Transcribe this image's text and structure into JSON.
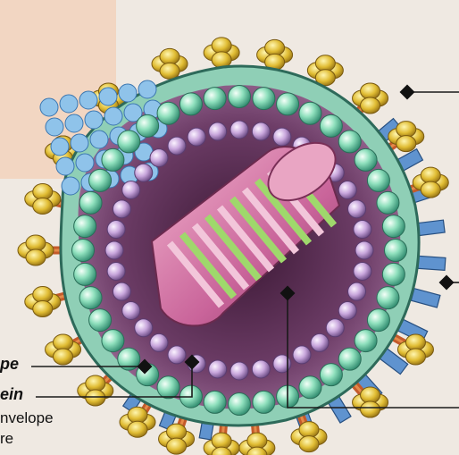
{
  "labels": {
    "envelope_text": "pe",
    "protein_text": "ein",
    "envelope_line2": "nvelope",
    "core_line": "re"
  },
  "colors": {
    "background": "#efe9e2",
    "envelope_purple": "#8b5a86",
    "envelope_green": "#7fd4b0",
    "matrix_lilac": "#c7a6d8",
    "core_pink": "#d77aa3",
    "core_stripe_green": "#9fd86c",
    "spike_yellow": "#e2c23a",
    "spike_stem": "#c45a2a",
    "spike_blue": "#5f93cf",
    "leader_line": "#1a1a1a"
  },
  "icons": [
    "diamond-marker-icon"
  ]
}
